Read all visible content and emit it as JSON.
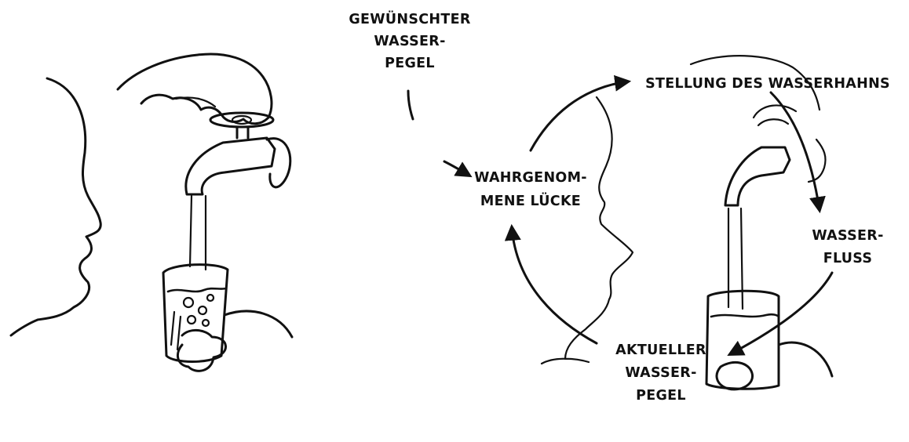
{
  "labels": {
    "desired_level": [
      "GEWÜNSCHTER",
      "WASSER-",
      "PEGEL"
    ],
    "perceived_gap": [
      "WAHRGENOM-",
      "MENE LÜCKE"
    ],
    "tap_position": "STELLUNG DES WASSERHAHNS",
    "water_flow": [
      "WASSER-",
      "FLUSS"
    ],
    "actual_level": [
      "AKTUELLER",
      "WASSER-",
      "PEGEL"
    ]
  },
  "icons": [
    "person-profile-icon",
    "hand-icon",
    "faucet-icon",
    "water-glass-icon",
    "arrow-icon"
  ],
  "colors": {
    "ink": "#111111",
    "background": "#ffffff"
  }
}
